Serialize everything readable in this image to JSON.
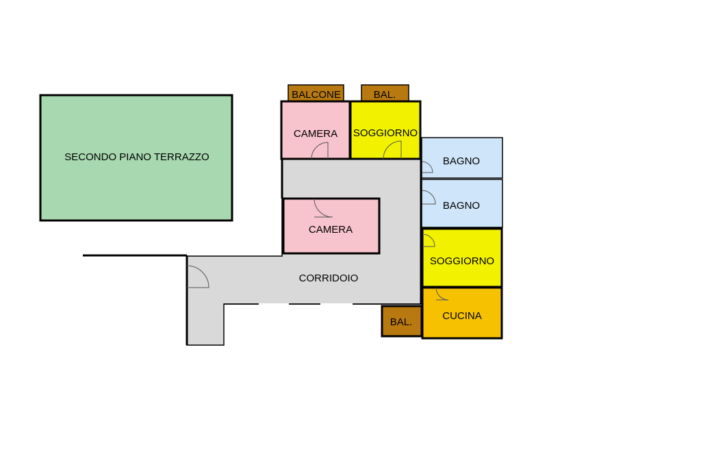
{
  "rooms": {
    "terrace": {
      "label": "SECONDO PIANO TERRAZZO",
      "color": "#a8d8b0"
    },
    "balcone": {
      "label": "BALCONE",
      "color": "#b87a10"
    },
    "bal_top": {
      "label": "BAL.",
      "color": "#b87a10"
    },
    "camera_top": {
      "label": "CAMERA",
      "color": "#f7c3cc"
    },
    "soggiorno_top": {
      "label": "SOGGIORNO",
      "color": "#f2f200"
    },
    "bagno_1": {
      "label": "BAGNO",
      "color": "#cfe6fa"
    },
    "bagno_2": {
      "label": "BAGNO",
      "color": "#cfe6fa"
    },
    "camera_mid": {
      "label": "CAMERA",
      "color": "#f7c3cc"
    },
    "soggiorno_right": {
      "label": "SOGGIORNO",
      "color": "#f2f200"
    },
    "corridoio": {
      "label": "CORRIDOIO",
      "color": "#d9d9d9"
    },
    "bal_bottom": {
      "label": "BAL.",
      "color": "#b87a10"
    },
    "cucina": {
      "label": "CUCINA",
      "color": "#f6c200"
    }
  }
}
